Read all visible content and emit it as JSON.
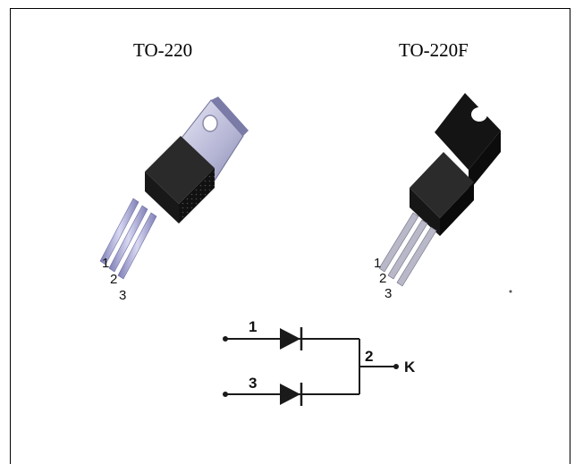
{
  "packages": [
    {
      "title": "TO-220",
      "pins": [
        "1",
        "2",
        "3"
      ]
    },
    {
      "title": "TO-220F",
      "pins": [
        "1",
        "2",
        "3"
      ]
    }
  ],
  "schematic": {
    "pin_top": "1",
    "pin_bottom": "3",
    "pin_common": "2",
    "terminal": "K"
  }
}
